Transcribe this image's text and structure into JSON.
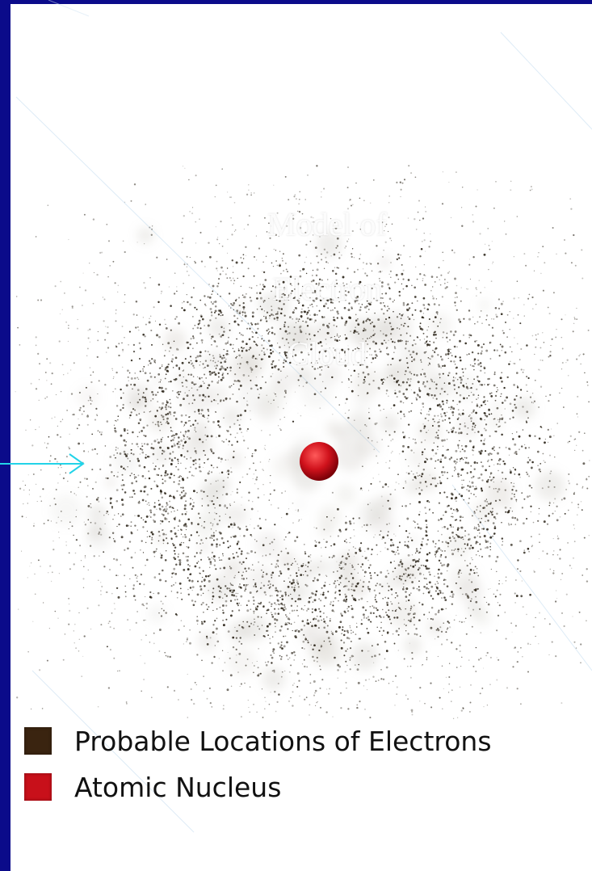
{
  "title_lines": [
    "Model of",
    "Electron",
    "Cloud"
  ],
  "legend": [
    {
      "label": "Probable Locations of Electrons",
      "color": "#3a2410"
    },
    {
      "label": "Atomic Nucleus",
      "color": "#c8101a"
    }
  ],
  "colors": {
    "frame": "#0b0b8a",
    "arrow": "#22d3e8",
    "nucleus": "#c8101a",
    "electron_dot": "#2b2418"
  }
}
